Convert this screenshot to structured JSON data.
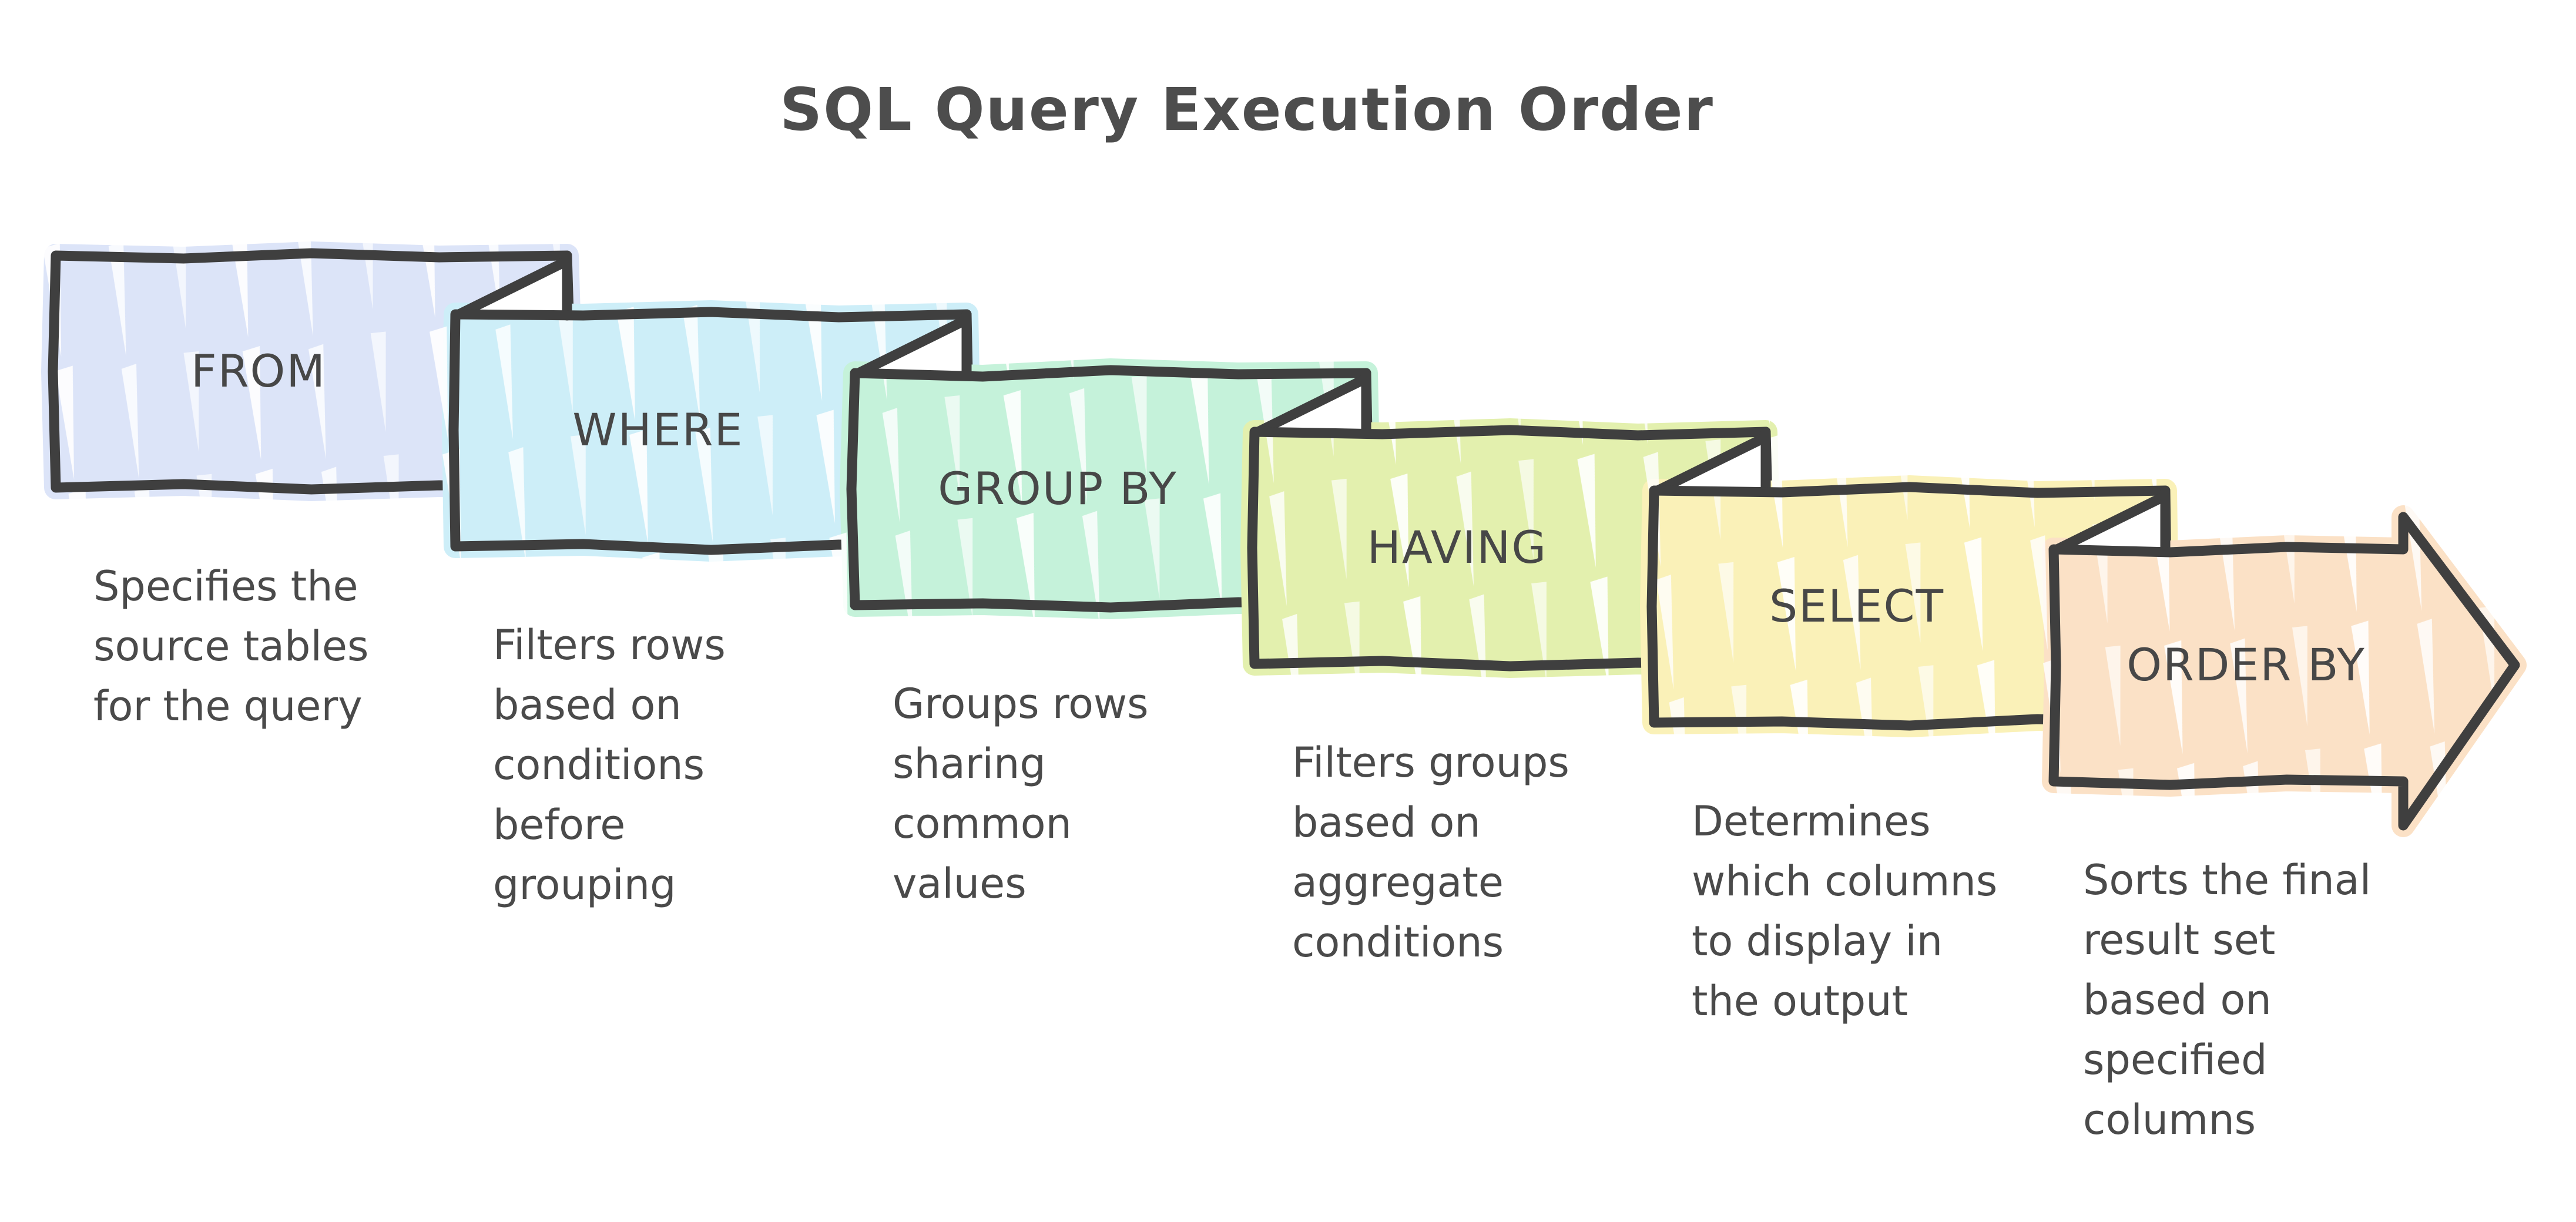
{
  "title": "SQL Query Execution Order",
  "colors": {
    "background": "#ffffff",
    "stroke": "#3f3f3f",
    "title_text": "#4d4d4d",
    "label_text": "#474747",
    "description_text": "#4a4a4a"
  },
  "stages": [
    {
      "label": "FROM",
      "description": "Specifies the\nsource tables\nfor the query",
      "fill": "#dce4f8",
      "shape": "card"
    },
    {
      "label": "WHERE",
      "description": "Filters rows\nbased on\nconditions\nbefore\ngrouping",
      "fill": "#cdeef8",
      "shape": "card"
    },
    {
      "label": "GROUP BY",
      "description": "Groups rows\nsharing\ncommon\nvalues",
      "fill": "#c5f2da",
      "shape": "card"
    },
    {
      "label": "HAVING",
      "description": "Filters groups\nbased on\naggregate\nconditions",
      "fill": "#e3f0ae",
      "shape": "card"
    },
    {
      "label": "SELECT",
      "description": "Determines\nwhich columns\nto display in\nthe output",
      "fill": "#faf1b8",
      "shape": "card"
    },
    {
      "label": "ORDER BY",
      "description": "Sorts the final\nresult set\nbased on\nspecified\ncolumns",
      "fill": "#fbe1c6",
      "shape": "arrow"
    }
  ]
}
